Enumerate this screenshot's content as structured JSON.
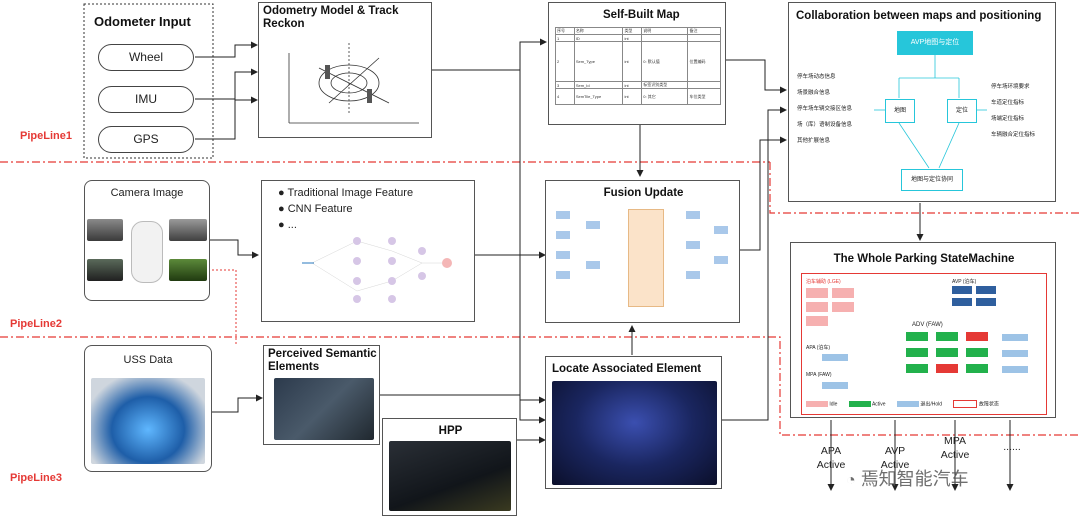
{
  "pipelines": [
    "PipeLine1",
    "PipeLine2",
    "PipeLine3"
  ],
  "odometer": {
    "title": "Odometer Input",
    "inputs": [
      "Wheel",
      "IMU",
      "GPS"
    ]
  },
  "odometry_model": {
    "title": "Odometry Model & Track Reckon"
  },
  "self_built_map": {
    "title": "Self-Built Map",
    "table_header": [
      "序号",
      "名称",
      "类型",
      "说明",
      "备注"
    ],
    "table_rows": [
      [
        "1",
        "ID",
        "int",
        "",
        ""
      ],
      [
        "2",
        "Sem_Type",
        "int",
        "0: 默认值",
        "位置编码"
      ],
      [
        "3",
        "Sem_Id",
        "int",
        "标签识别类型",
        ""
      ],
      [
        "4",
        "SemTile_Type",
        "int",
        "0: 其它",
        "车位类型"
      ]
    ]
  },
  "collaboration": {
    "title": "Collaboration between maps and positioning",
    "center_label": "AVP地图与定位",
    "left_items": [
      "停车场动态信息",
      "场景融合信息",
      "停车场车辆交接区信息",
      "场（库）语制设备信息",
      "其他扩展信息"
    ],
    "right_items": [
      "停车场环境要求",
      "车道定位指标",
      "场端定位指标",
      "车辆融合定位指标"
    ],
    "node_map": "地图",
    "node_loc": "定位",
    "node_bottom": "地图与定位协同"
  },
  "camera": {
    "title": "Camera Image"
  },
  "features": {
    "items": [
      "Traditional Image Feature",
      "CNN Feature",
      "..."
    ]
  },
  "fusion_update": {
    "title": "Fusion Update"
  },
  "uss": {
    "title": "USS Data"
  },
  "perceived": {
    "title": "Perceived Semantic Elements"
  },
  "hpp": {
    "title": "HPP"
  },
  "locate": {
    "title": "Locate Associated Element"
  },
  "state_machine": {
    "title": "The Whole Parking StateMachine",
    "inner_labels": [
      "泊车辅助 (LGE)",
      "AVP (泊车)",
      "APA (泊车)",
      "ADV (FAW)",
      "MPA (FAW)"
    ],
    "legend": [
      "Idle",
      "Active",
      "退出/Hold",
      "故障状态"
    ]
  },
  "bottom_labels": [
    "APA Active",
    "AVP Active",
    "MPA Active",
    "......"
  ],
  "watermark": "焉知智能汽车",
  "colors": {
    "pipeline_red": "#e53935",
    "border": "#555555",
    "teal": "#26c6da",
    "state_red": "#e53935",
    "state_green": "#22b14c",
    "state_blue": "#9dc3e6"
  }
}
